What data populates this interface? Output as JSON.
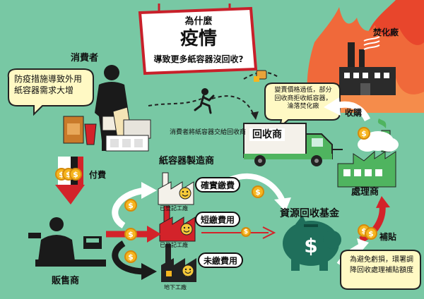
{
  "sign": {
    "line1": "為什麼",
    "line2": "疫情",
    "line3": "導致更多紙容器沒回收?"
  },
  "consumer": {
    "label": "消費者",
    "bubble_line1": "防疫措施導致外用",
    "bubble_line2": "紙容器需求大增"
  },
  "handover_caption": "消費者將紙容器交給回收商",
  "recycler": {
    "label": "回收商",
    "bubble_line1": "變賣價格過低，部分",
    "bubble_line2": "回收商拒收紙容器，",
    "bubble_line3": "淪落焚化廠"
  },
  "incinerator_label": "焚化廠",
  "purchase_label": "收購",
  "processor_label": "處理商",
  "subsidy_label": "補貼",
  "fund_label": "資源回收基金",
  "epa_bubble": {
    "line1": "為避免虧損，環署調",
    "line2": "降回收處理補貼額度"
  },
  "manufacturer_label": "紙容器製造商",
  "factories": [
    {
      "tag": "已登記工廠",
      "fee_label": "確實繳費"
    },
    {
      "tag": "已登記工廠",
      "fee_label": "短繳費用"
    },
    {
      "tag": "地下工廠",
      "fee_label": "未繳費用"
    }
  ],
  "pay_label": "付費",
  "seller_label": "販售商",
  "coin_symbol": "$",
  "colors": {
    "background": "#78c8a4",
    "sign_border": "#c8202a",
    "arrow_red": "#d3232a",
    "arrow_white": "#ffffff",
    "coin": "#f6b51f",
    "fire": "#e8462c",
    "pig": "#1f6f5b",
    "truck": "#4fb45f"
  }
}
